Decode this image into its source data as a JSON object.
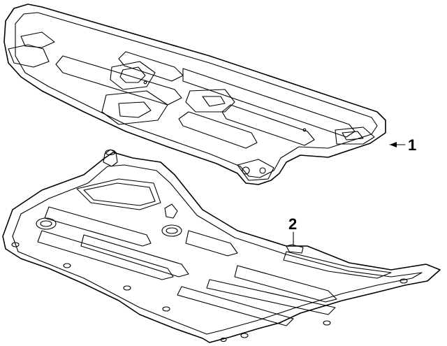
{
  "callouts": [
    {
      "id": "1",
      "label": "1"
    },
    {
      "id": "2",
      "label": "2"
    }
  ],
  "parts": [
    {
      "callout": "1",
      "icon": "upper-splash-shield-icon"
    },
    {
      "callout": "2",
      "icon": "lower-engine-shield-icon"
    }
  ]
}
